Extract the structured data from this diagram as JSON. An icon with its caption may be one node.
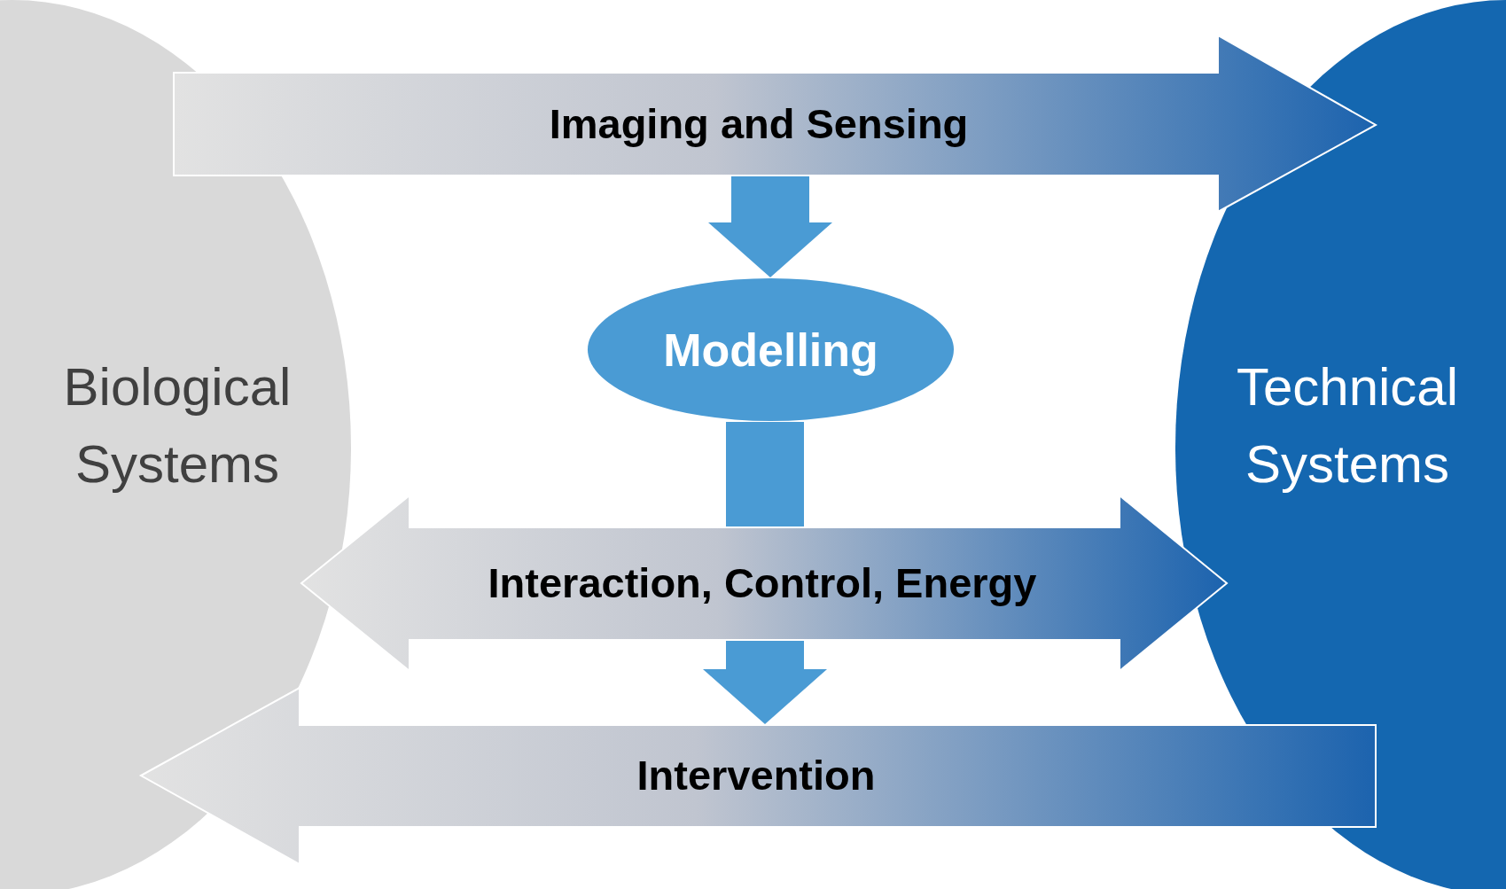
{
  "diagram": {
    "nodes": [
      {
        "text": [
          "Biological Systems"
        ]
      },
      {
        "text": [
          "Technical Systems"
        ]
      },
      {
        "text": [
          "Imaging and Sensing"
        ]
      },
      {
        "text": [
          "Modelling"
        ]
      },
      {
        "text": [
          "Interaction, Control, Energy"
        ]
      },
      {
        "text": [
          "Intervention"
        ]
      }
    ],
    "edges": [
      {
        "from": 2,
        "to": 3,
        "arrow": "to"
      },
      {
        "from": 3,
        "to": 4,
        "arrow": "none"
      },
      {
        "from": 4,
        "to": 5,
        "arrow": "to"
      }
    ]
  }
}
